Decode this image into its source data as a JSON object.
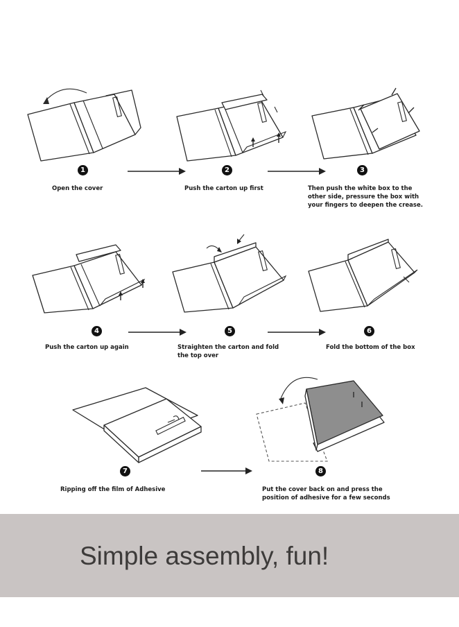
{
  "steps": [
    {
      "num": "1",
      "caption": "Open the cover"
    },
    {
      "num": "2",
      "caption": "Push the carton up first"
    },
    {
      "num": "3",
      "caption": "Then push the white box to the other side, pressure the box with your fingers to deepen the crease."
    },
    {
      "num": "4",
      "caption": "Push the carton up again"
    },
    {
      "num": "5",
      "caption": "Straighten the carton and fold the top over"
    },
    {
      "num": "6",
      "caption": "Fold the bottom of the box"
    },
    {
      "num": "7",
      "caption": "Ripping off the film of Adhesive"
    },
    {
      "num": "8",
      "caption": "Put the cover back on and press the position of adhesive for a few seconds"
    }
  ],
  "banner": {
    "text": "Simple assembly, fun!"
  },
  "colors": {
    "banner_bg": "#c9c4c3",
    "banner_text": "#3d3b3a",
    "box_fill": "#8e8e8e"
  }
}
